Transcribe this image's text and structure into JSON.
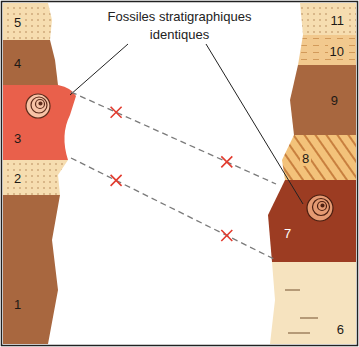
{
  "diagram": {
    "nodes": [
      {
        "text": [
          "1"
        ]
      },
      {
        "text": [
          "2"
        ]
      },
      {
        "text": [
          "3"
        ]
      },
      {
        "text": [
          "4"
        ]
      },
      {
        "text": [
          "5"
        ]
      },
      {
        "text": [
          "6"
        ]
      },
      {
        "text": [
          "7"
        ]
      },
      {
        "text": [
          "8"
        ]
      },
      {
        "text": [
          "9"
        ]
      },
      {
        "text": [
          "10"
        ]
      },
      {
        "text": [
          "11"
        ]
      }
    ],
    "edges": [
      {
        "from": 2,
        "to": 6,
        "arrow": "none"
      },
      {
        "from": 2,
        "to": 6,
        "arrow": "none"
      }
    ],
    "labels": [
      "Fossiles stratigraphiques identiques"
    ]
  }
}
